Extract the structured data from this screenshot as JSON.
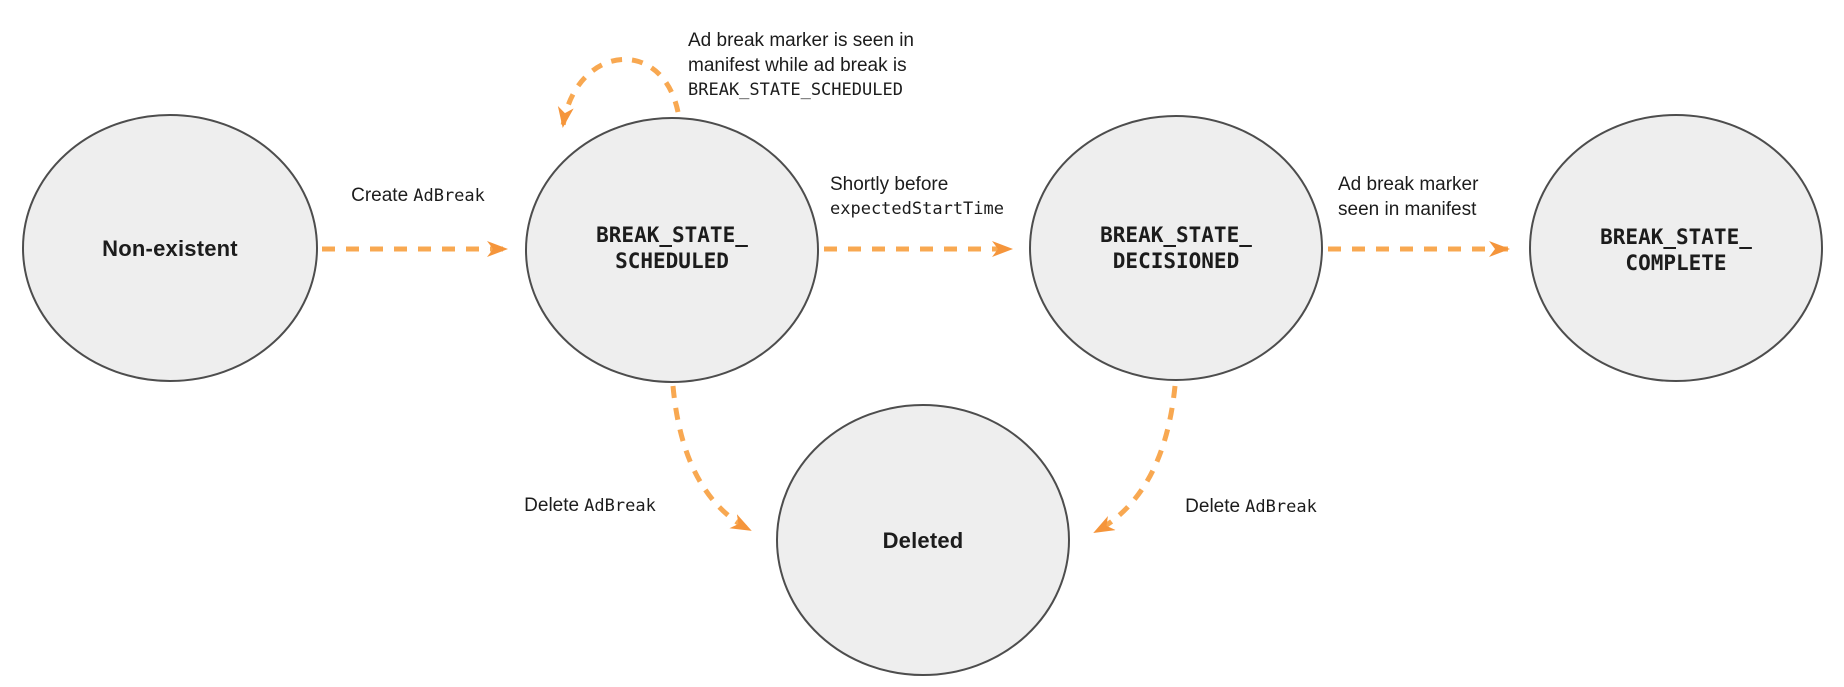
{
  "colors": {
    "background": "#ffffff",
    "arrow": "#f8a851",
    "arrowhead": "#f5953b",
    "node_fill": "#eeeeee",
    "node_border": "#4d4d4d",
    "text": "#1c1c1c"
  },
  "diagram_type": "state-machine",
  "states": {
    "non_existent": {
      "label": "Non-existent"
    },
    "scheduled": {
      "line1": "BREAK_STATE_",
      "line2": "SCHEDULED"
    },
    "decisioned": {
      "line1": "BREAK_STATE_",
      "line2": "DECISIONED"
    },
    "complete": {
      "line1": "BREAK_STATE_",
      "line2": "COMPLETE"
    },
    "deleted": {
      "label": "Deleted"
    }
  },
  "transitions": {
    "create": {
      "plain": "Create",
      "code": "AdBreak"
    },
    "self_loop": {
      "line1": "Ad break marker is seen in",
      "line2": "manifest while ad break is",
      "code_line": "BREAK_STATE_SCHEDULED"
    },
    "decision": {
      "plain": "Shortly before",
      "code": "expectedStartTime"
    },
    "complete_marker": {
      "line1": "Ad break marker",
      "line2": "seen in manifest"
    },
    "delete_left": {
      "plain": "Delete",
      "code": "AdBreak"
    },
    "delete_right": {
      "plain": "Delete",
      "code": "AdBreak"
    }
  }
}
